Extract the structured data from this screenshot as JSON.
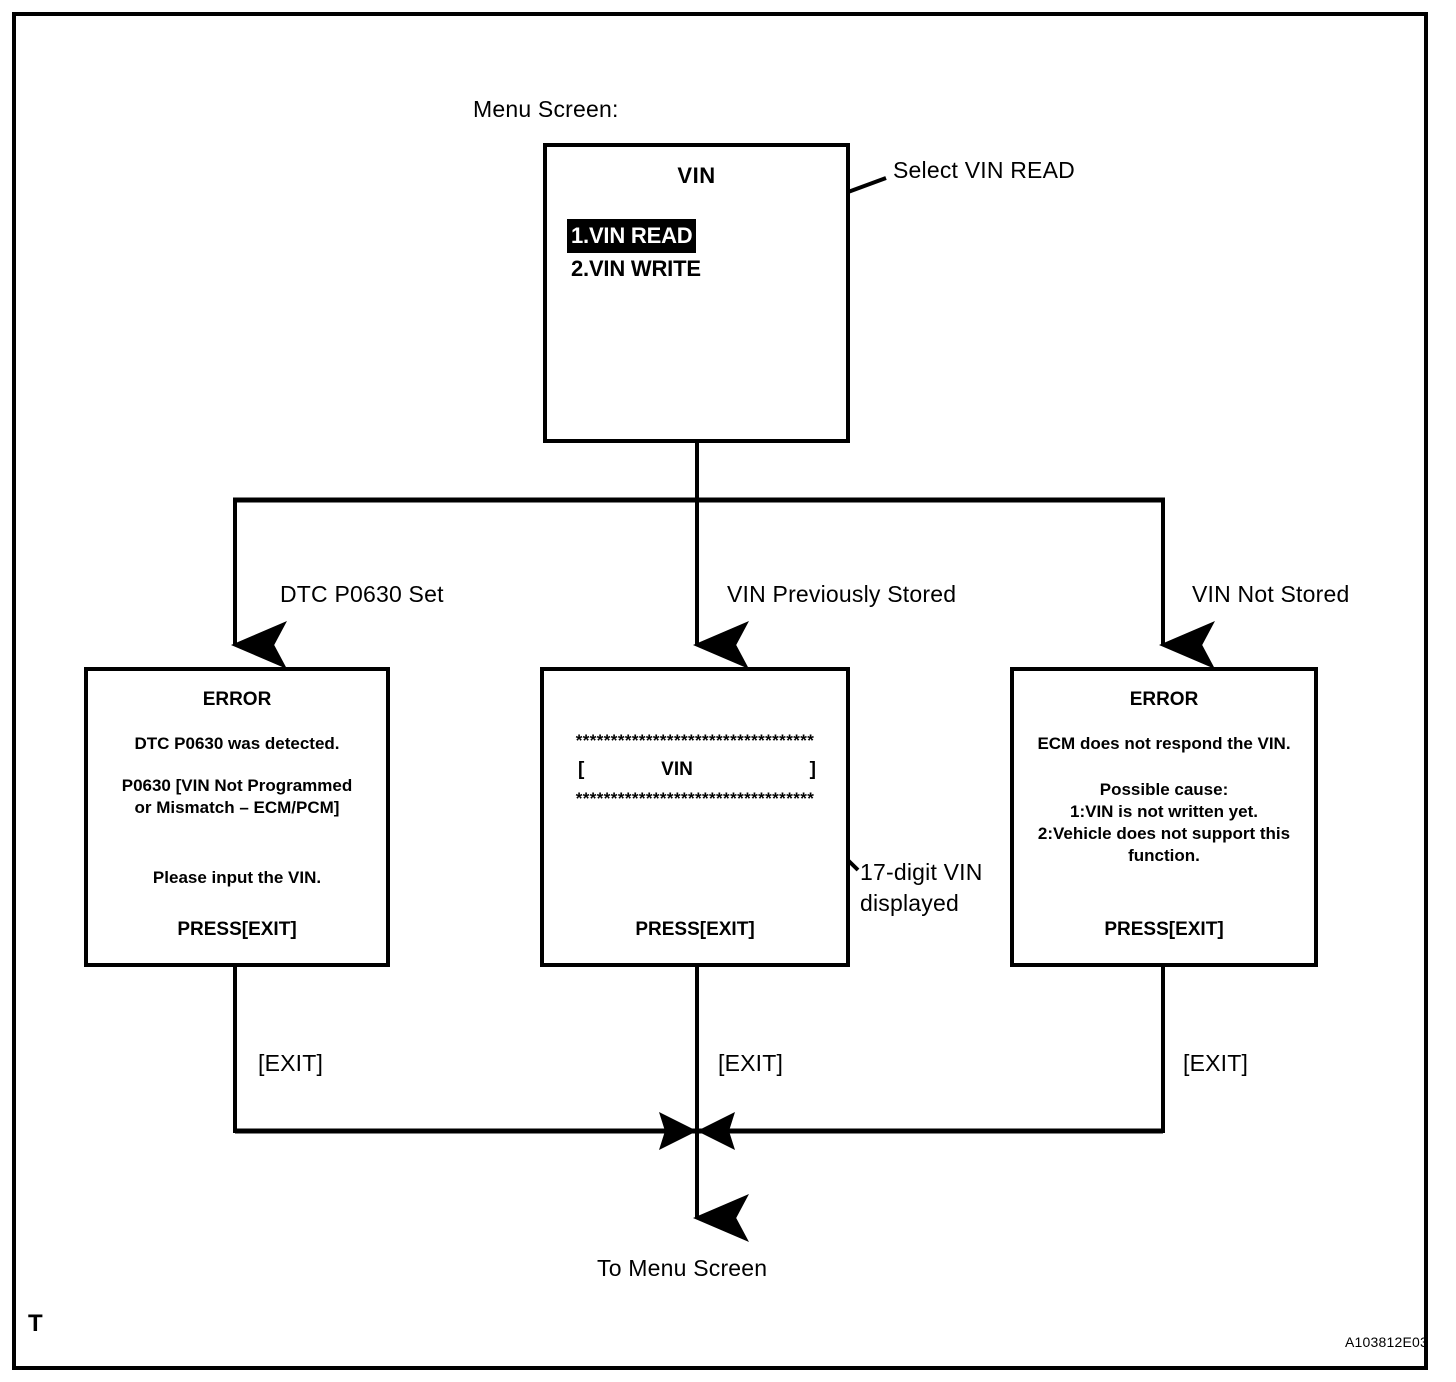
{
  "diagram": {
    "corner_marker": "T",
    "figure_code": "A103812E03",
    "caption_menu_screen": "Menu Screen:",
    "callout_select": "Select VIN READ",
    "callout_vin_digits": "17-digit VIN displayed",
    "label_to_menu_screen": "To Menu Screen"
  },
  "menu_screen": {
    "title": "VIN",
    "items": [
      {
        "label": "1.VIN READ",
        "selected": true
      },
      {
        "label": "2.VIN WRITE",
        "selected": false
      }
    ]
  },
  "branches": [
    {
      "label": "DTC P0630 Set",
      "exit_label": "[EXIT]"
    },
    {
      "label": "VIN Previously Stored",
      "exit_label": "[EXIT]"
    },
    {
      "label": "VIN Not Stored",
      "exit_label": "[EXIT]"
    }
  ],
  "screens": {
    "dtc_error": {
      "heading": "ERROR",
      "line1": "DTC P0630 was detected.",
      "line2": "P0630  [VIN Not Programmed",
      "line3": "or Mismatch – ECM/PCM]",
      "line4": "Please input the VIN.",
      "press": "PRESS[EXIT]"
    },
    "vin_display": {
      "stars_top": "**********************************",
      "bracket_open": "[",
      "vin_text": "VIN",
      "bracket_close": "]",
      "stars_bottom": "**********************************",
      "press": "PRESS[EXIT]"
    },
    "not_stored_error": {
      "heading": "ERROR",
      "line1": "ECM does not respond the VIN.",
      "line2": "Possible cause:",
      "line3": "1:VIN is not written yet.",
      "line4": "2:Vehicle does not support this",
      "line5": "function.",
      "press": "PRESS[EXIT]"
    }
  },
  "colors": {
    "ink": "#000000",
    "paper": "#ffffff",
    "highlight_bg": "#000000",
    "highlight_fg": "#ffffff"
  }
}
